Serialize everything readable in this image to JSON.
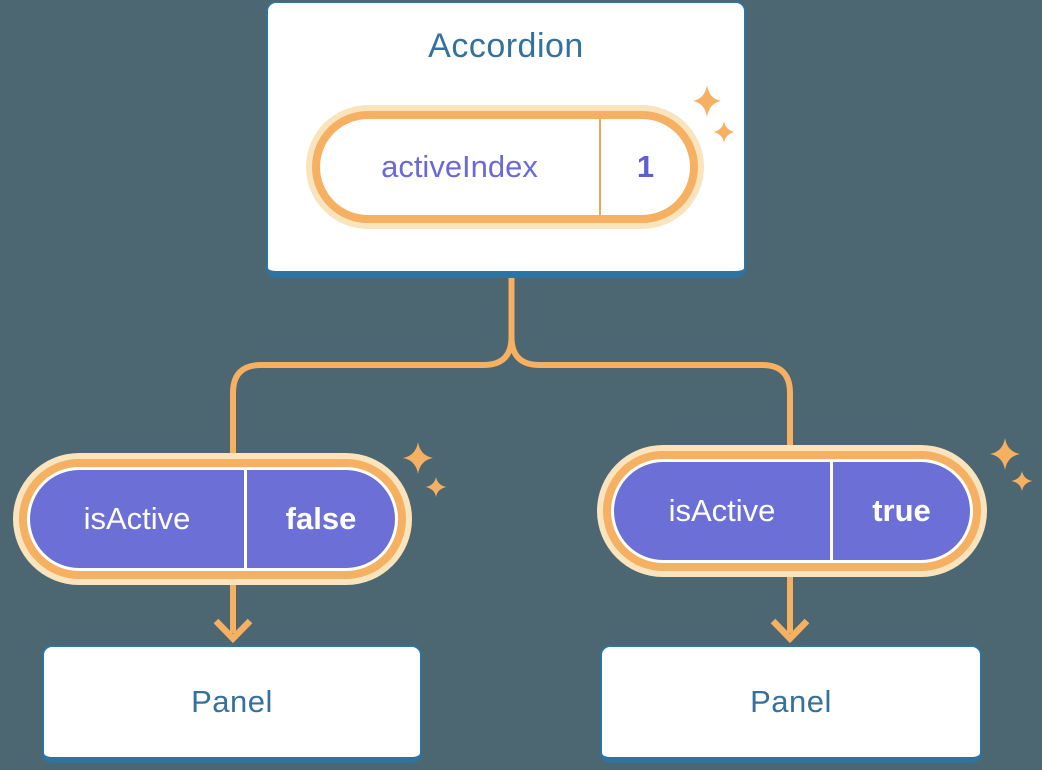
{
  "diagram": {
    "root": {
      "title": "Accordion",
      "state": {
        "label": "activeIndex",
        "value": "1"
      }
    },
    "children": [
      {
        "prop": {
          "label": "isActive",
          "value": "false"
        },
        "panel": {
          "title": "Panel"
        }
      },
      {
        "prop": {
          "label": "isActive",
          "value": "true"
        },
        "panel": {
          "title": "Panel"
        }
      }
    ]
  },
  "colors": {
    "background": "#4C6771",
    "card_fill": "#FFFFFF",
    "card_border": "#2E74A2",
    "heading_text": "#35719E",
    "accent_orange": "#F5B061",
    "orange_halo": "#FAE4BE",
    "state_text": "#6B69D9",
    "prop_fill": "#6B6FD6",
    "prop_text": "#FFFFFF"
  },
  "icons": {
    "sparkle": "sparkle-icon",
    "arrow": "arrow-down-icon",
    "sparkle_glyph": "✦"
  }
}
